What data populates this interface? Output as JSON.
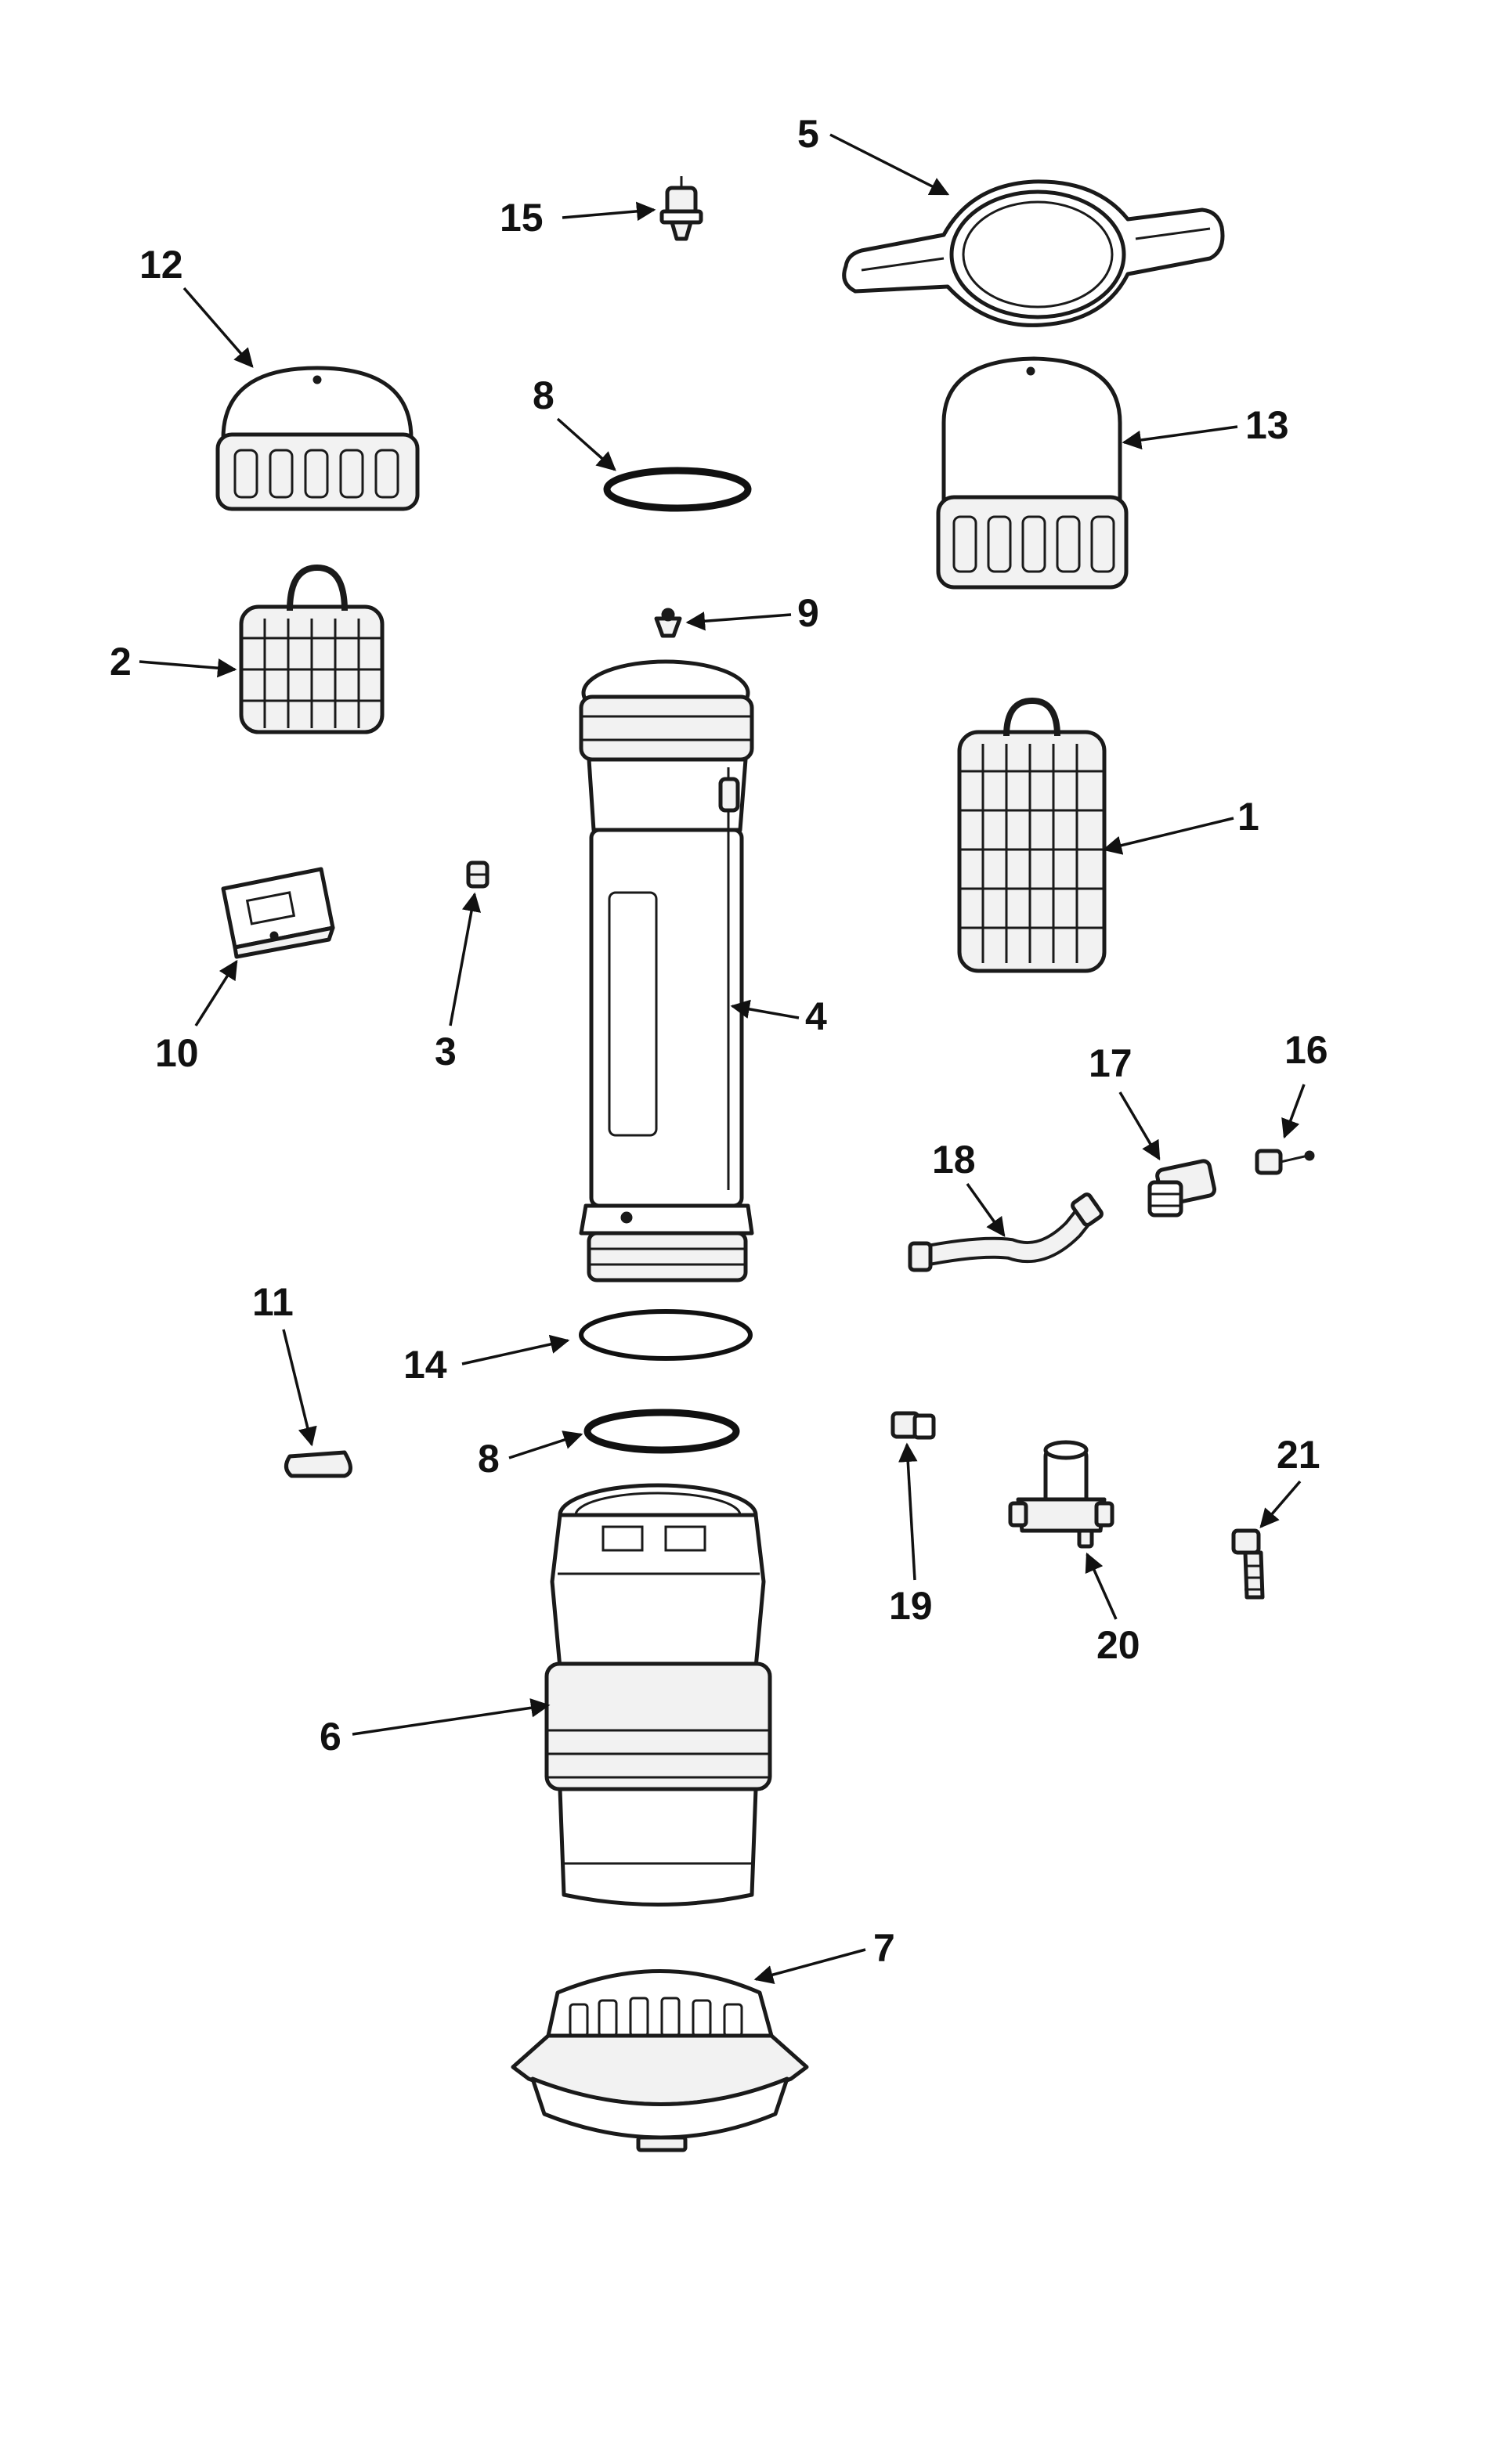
{
  "diagram": {
    "labels": {
      "p1": "1",
      "p2": "2",
      "p3": "3",
      "p4": "4",
      "p5": "5",
      "p6": "6",
      "p7": "7",
      "p8a": "8",
      "p8b": "8",
      "p9": "9",
      "p10": "10",
      "p11": "11",
      "p12": "12",
      "p13": "13",
      "p14": "14",
      "p15": "15",
      "p16": "16",
      "p17": "17",
      "p18": "18",
      "p19": "19",
      "p20": "20",
      "p21": "21"
    }
  }
}
